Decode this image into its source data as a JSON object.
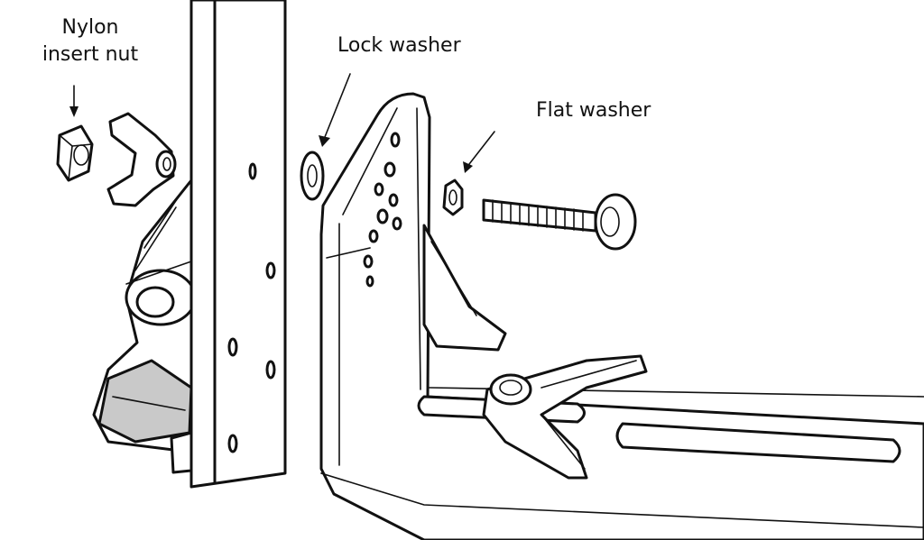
{
  "labels": {
    "nylon_insert_nut": [
      "Nylon",
      "insert nut"
    ],
    "lock_washer": "Lock washer",
    "flat_washer": "Flat washer"
  },
  "colors": {
    "line": "#111111",
    "fill": "#ffffff",
    "shade": "#c9c9c9"
  }
}
